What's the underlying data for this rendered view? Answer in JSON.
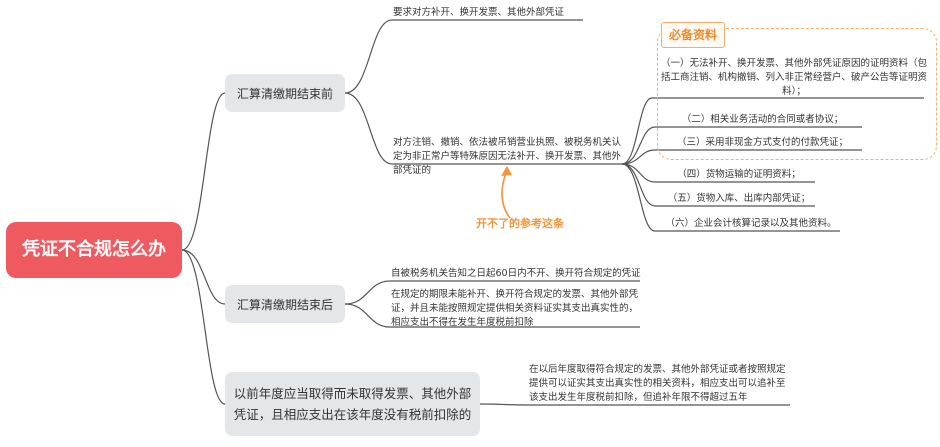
{
  "root": {
    "label": "凭证不合规怎么办"
  },
  "branches": [
    {
      "label": "汇算清缴期结束前",
      "children": [
        "要求对方补开、换开发票、其他外部凭证",
        "对方注销、撤销、依法被吊销营业执照、被税务机关认定为非正常户等特殊原因无法补开、换开发票、其他外部凭证的"
      ]
    },
    {
      "label": "汇算清缴期结束后",
      "children": [
        "自被税务机关告知之日起60日内不开、换开符合规定的凭证",
        "在规定的期限未能补开、换开符合规定的发票、其他外部凭证，并且未能按照规定提供相关资料证实其支出真实性的，相应支出不得在发生年度税前扣除"
      ]
    },
    {
      "label": "以前年度应当取得而未取得发票、其他外部凭证，且相应支出在该年度没有税前扣除的",
      "children": [
        "在以后年度取得符合规定的发票、其他外部凭证或者按照规定提供可以证实其支出真实性的相关资料，相应支出可以追补至该支出发生年度税前扣除，但追补年限不得超过五年"
      ]
    }
  ],
  "required_materials": {
    "label": "必备资料",
    "items": [
      "（一）无法补开、换开发票、其他外部凭证原因的证明资料（包括工商注销、机构撤销、列入非正常经营户、破产公告等证明资料）；",
      "（二）相关业务活动的合同或者协议；",
      "（三）采用非现金方式支付的付款凭证；",
      "（四）货物运输的证明资料；",
      "（五）货物入库、出库内部凭证；",
      "（六）企业会计核算记录以及其他资料。"
    ]
  },
  "note": "开不了的参考这条",
  "colors": {
    "root": "#ee5a5f",
    "branch": "#e3e7e9",
    "line": "#555555",
    "accent": "#f3963b"
  }
}
